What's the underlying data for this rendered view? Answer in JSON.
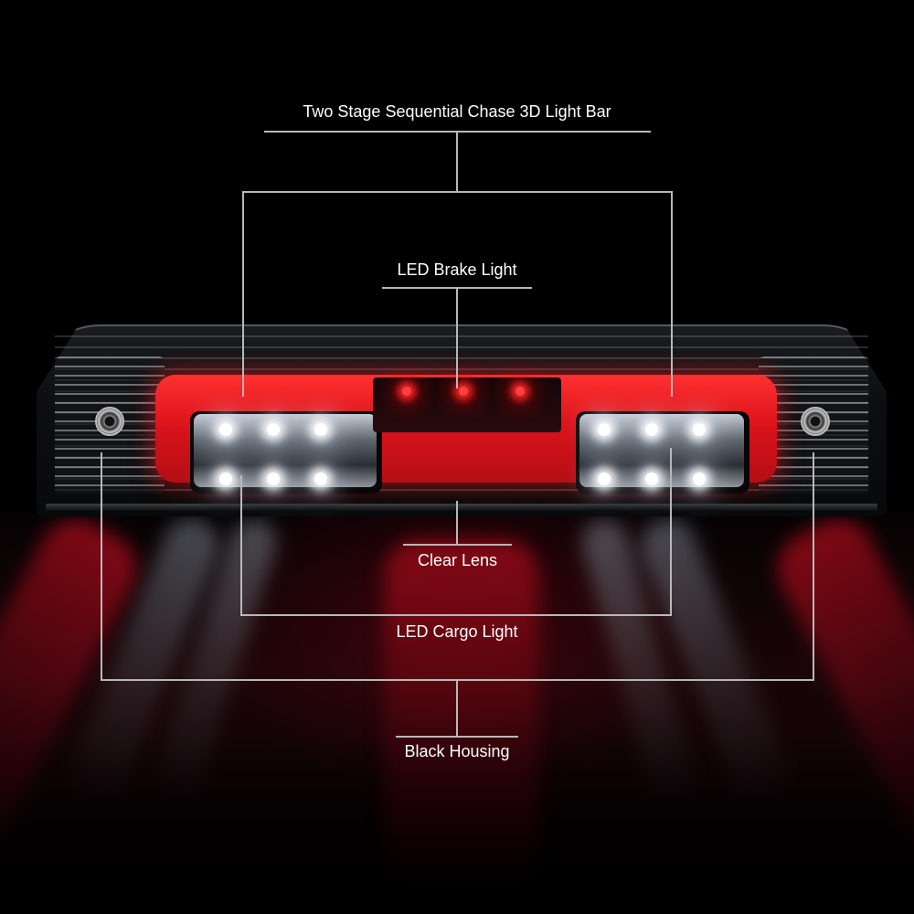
{
  "callouts": {
    "light_bar": "Two Stage Sequential Chase 3D Light Bar",
    "brake_light": "LED Brake Light",
    "clear_lens": "Clear Lens",
    "cargo_light": "LED Cargo Light",
    "black_housing": "Black Housing"
  },
  "colors": {
    "background": "#000000",
    "brake_red": "#e11a1a",
    "line": "#b8b8b8",
    "text": "#ffffff",
    "floor_red": "#5a0510"
  }
}
